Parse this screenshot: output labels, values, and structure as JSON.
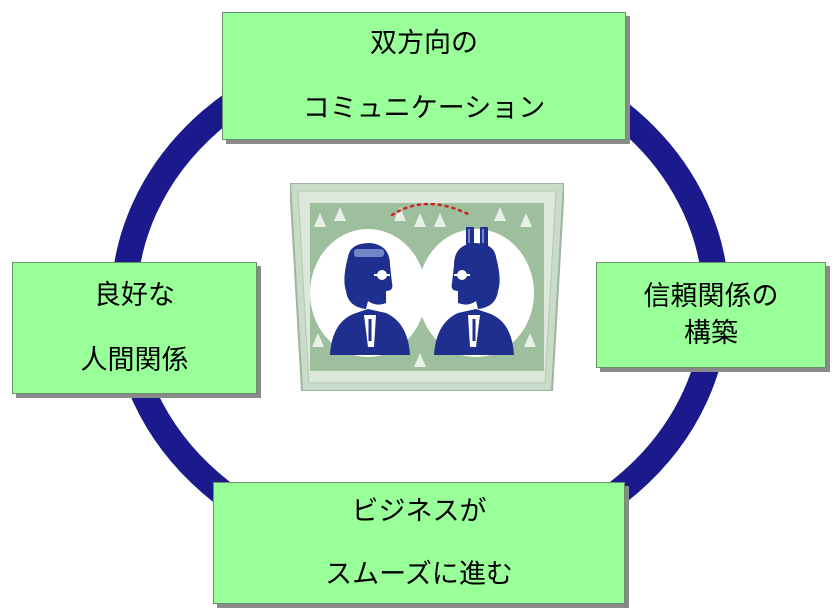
{
  "diagram": {
    "nodes": {
      "top": {
        "lines": [
          "双方向の",
          "コミュニケーション"
        ]
      },
      "right": {
        "lines": [
          "信頼関係の",
          "構築"
        ]
      },
      "bottom": {
        "lines": [
          "ビジネスが",
          "スムーズに進む"
        ]
      },
      "left": {
        "lines": [
          "良好な",
          "人間関係"
        ]
      }
    },
    "center_image": {
      "icon": "two-businessmen-plug-connection-illustration"
    },
    "cycle": {
      "shape": "ring"
    }
  },
  "colors": {
    "ring": "#1a1a8c",
    "box_fill": "#99ff99",
    "clipart_frame": "#c8dcc8",
    "clipart_inner": "#9dbf9d",
    "figure": "#1f2f8f",
    "dots": "#cc2222"
  }
}
